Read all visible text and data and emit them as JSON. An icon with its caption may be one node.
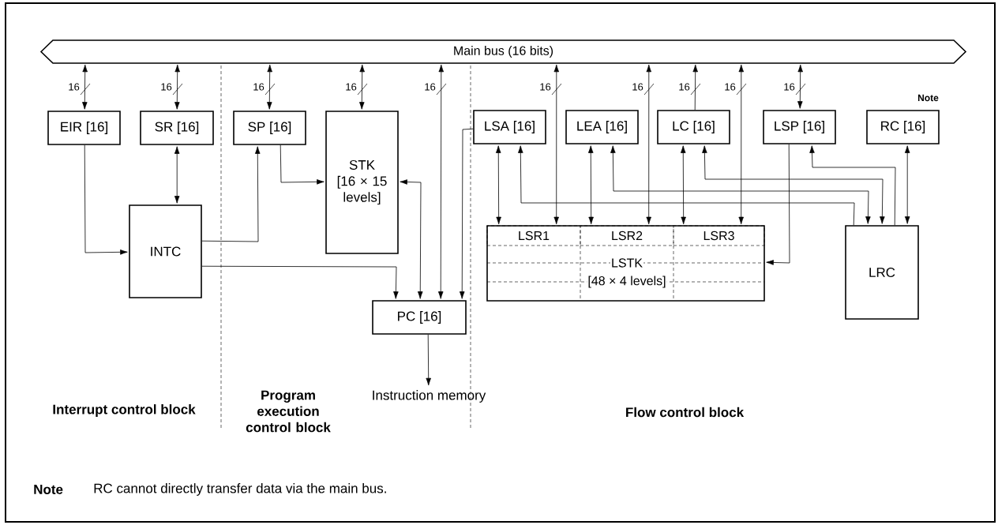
{
  "diagram": {
    "nodes": [
      {
        "text": [
          "Main bus (16 bits)"
        ]
      },
      {
        "text": [
          "EIR [16]"
        ]
      },
      {
        "text": [
          "SR [16]"
        ]
      },
      {
        "text": [
          "SP [16]"
        ]
      },
      {
        "text": [
          "STK",
          "[16 × 15 levels]"
        ]
      },
      {
        "text": [
          "LSA [16]"
        ]
      },
      {
        "text": [
          "LEA [16]"
        ]
      },
      {
        "text": [
          "LC [16]"
        ]
      },
      {
        "text": [
          "LSP [16]"
        ]
      },
      {
        "text": [
          "RC [16]"
        ],
        "beside": [
          "Note"
        ]
      },
      {
        "text": [
          "INTC"
        ]
      },
      {
        "text": [
          "LSTK",
          "[48 × 4 levels]"
        ]
      },
      {
        "text": [
          "LSR1"
        ],
        "in": 11
      },
      {
        "text": [
          "LSR2"
        ],
        "in": 11
      },
      {
        "text": [
          "LSR3"
        ],
        "in": 11
      },
      {
        "text": [
          "LRC"
        ]
      },
      {
        "text": [
          "PC [16]"
        ]
      },
      {
        "text": [
          "Instruction memory"
        ]
      }
    ],
    "edges": [
      {
        "from": 0,
        "to": 1,
        "arrow": "both"
      },
      {
        "from": 0,
        "to": 2,
        "arrow": "both"
      },
      {
        "from": 0,
        "to": 3,
        "arrow": "both"
      },
      {
        "from": 0,
        "to": 4,
        "arrow": "both"
      },
      {
        "from": 0,
        "to": 16,
        "arrow": "both"
      },
      {
        "from": 0,
        "to": 12,
        "arrow": "both"
      },
      {
        "from": 0,
        "to": 13,
        "arrow": "both"
      },
      {
        "from": 7,
        "to": 0,
        "arrow": "to"
      },
      {
        "from": 0,
        "to": 14,
        "arrow": "both"
      },
      {
        "from": 0,
        "to": 8,
        "arrow": "both"
      },
      {
        "from": 1,
        "to": 10,
        "arrow": "to"
      },
      {
        "from": 2,
        "to": 10,
        "arrow": "both"
      },
      {
        "from": 10,
        "to": 3,
        "arrow": "to"
      },
      {
        "from": 3,
        "to": 4,
        "arrow": "to"
      },
      {
        "from": 4,
        "to": 16,
        "arrow": "both"
      },
      {
        "from": 10,
        "to": 16,
        "arrow": "to"
      },
      {
        "from": 5,
        "to": 16,
        "arrow": "to"
      },
      {
        "from": 5,
        "to": 12,
        "arrow": "both"
      },
      {
        "from": 6,
        "to": 13,
        "arrow": "both"
      },
      {
        "from": 7,
        "to": 14,
        "arrow": "both"
      },
      {
        "from": 8,
        "to": 11,
        "arrow": "to"
      },
      {
        "from": 15,
        "to": 5,
        "arrow": "to"
      },
      {
        "from": 6,
        "to": 15,
        "arrow": "both"
      },
      {
        "from": 7,
        "to": 15,
        "arrow": "both"
      },
      {
        "from": 15,
        "to": 8,
        "arrow": "to"
      },
      {
        "from": 9,
        "to": 15,
        "arrow": "both"
      },
      {
        "from": 16,
        "to": 17,
        "arrow": "to"
      }
    ],
    "labels": [
      "16",
      "16",
      "16",
      "16",
      "16",
      "16",
      "16",
      "16",
      "16",
      "16",
      "Interrupt control block",
      "Program execution control block",
      "Flow control block",
      "Note",
      "RC cannot directly transfer data via the main bus."
    ]
  }
}
